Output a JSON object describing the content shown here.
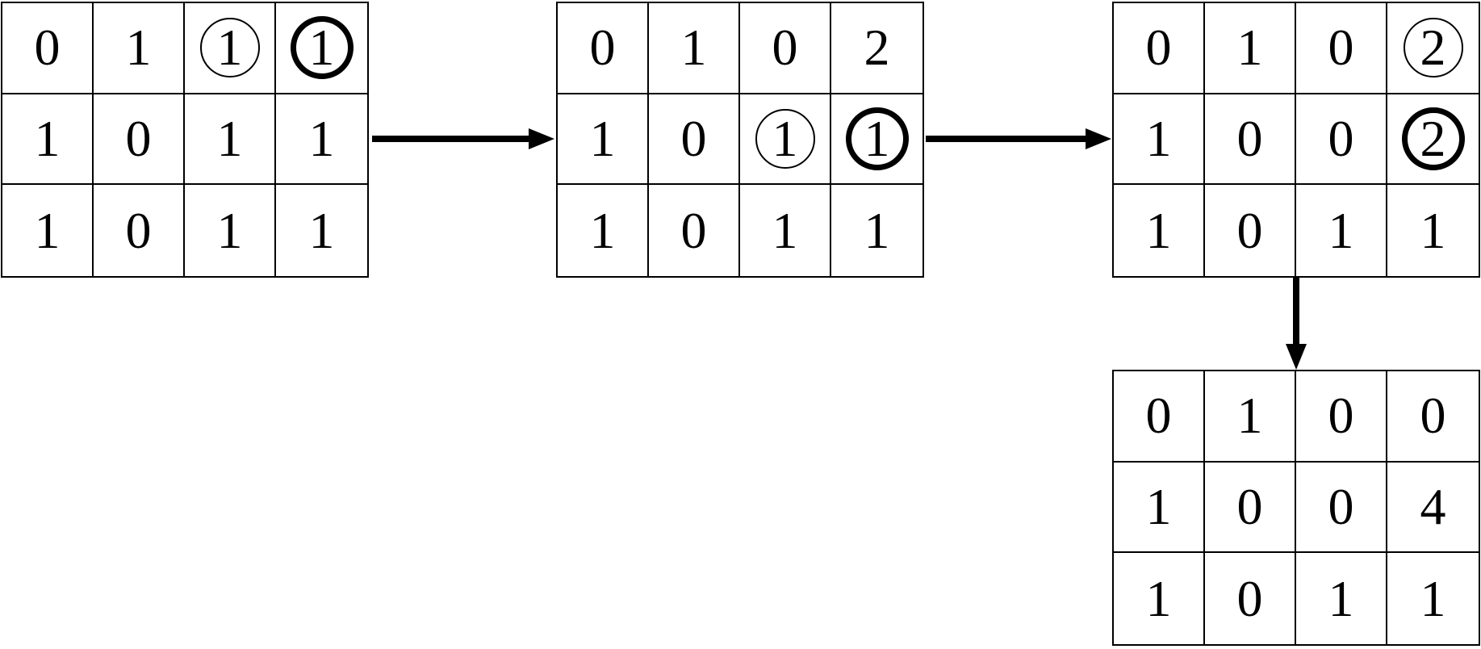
{
  "diagram": {
    "background_color": "#ffffff",
    "line_color": "#000000",
    "type": "matrix-transformation-sequence",
    "grid_rows": 3,
    "grid_cols": 4
  },
  "grids": [
    {
      "name": "matrix-step-1",
      "rows": [
        [
          "0",
          "1",
          "1",
          "1"
        ],
        [
          "1",
          "0",
          "1",
          "1"
        ],
        [
          "1",
          "0",
          "1",
          "1"
        ]
      ],
      "circled": [
        {
          "row": 0,
          "col": 2,
          "weight": "thin"
        },
        {
          "row": 0,
          "col": 3,
          "weight": "bold"
        }
      ]
    },
    {
      "name": "matrix-step-2",
      "rows": [
        [
          "0",
          "1",
          "0",
          "2"
        ],
        [
          "1",
          "0",
          "1",
          "1"
        ],
        [
          "1",
          "0",
          "1",
          "1"
        ]
      ],
      "circled": [
        {
          "row": 1,
          "col": 2,
          "weight": "thin"
        },
        {
          "row": 1,
          "col": 3,
          "weight": "bold"
        }
      ]
    },
    {
      "name": "matrix-step-3",
      "rows": [
        [
          "0",
          "1",
          "0",
          "2"
        ],
        [
          "1",
          "0",
          "0",
          "2"
        ],
        [
          "1",
          "0",
          "1",
          "1"
        ]
      ],
      "circled": [
        {
          "row": 0,
          "col": 3,
          "weight": "thin"
        },
        {
          "row": 1,
          "col": 3,
          "weight": "bold"
        }
      ]
    },
    {
      "name": "matrix-step-4",
      "rows": [
        [
          "0",
          "1",
          "0",
          "0"
        ],
        [
          "1",
          "0",
          "0",
          "4"
        ],
        [
          "1",
          "0",
          "1",
          "1"
        ]
      ],
      "circled": []
    }
  ],
  "arrows": [
    {
      "name": "arrow-step1-to-step2",
      "direction": "right"
    },
    {
      "name": "arrow-step2-to-step3",
      "direction": "right"
    },
    {
      "name": "arrow-step3-to-step4",
      "direction": "down"
    }
  ]
}
